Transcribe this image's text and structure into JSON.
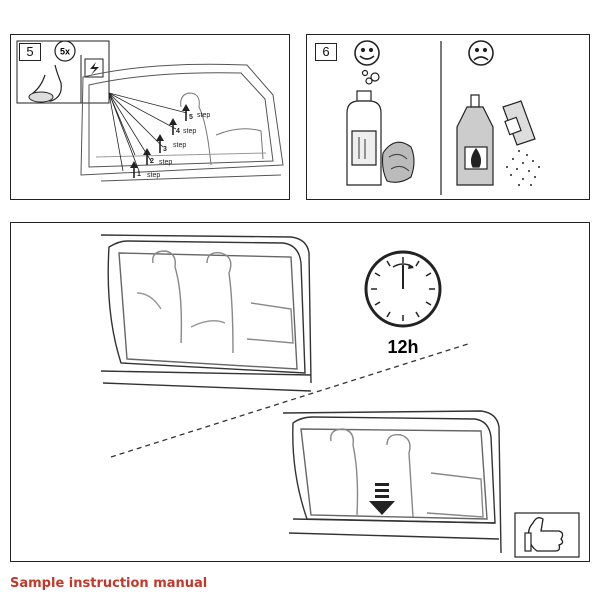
{
  "panel5": {
    "number": "5",
    "badge": "5x",
    "steps": [
      {
        "num": "1",
        "label": "step"
      },
      {
        "num": "2",
        "label": "step"
      },
      {
        "num": "3",
        "label": "step"
      },
      {
        "num": "4",
        "label": "step"
      },
      {
        "num": "5",
        "label": "step"
      }
    ],
    "icons": [
      "wipe-cloth-icon",
      "lightning-icon"
    ]
  },
  "panel6": {
    "number": "6",
    "good_icon": "smiley-happy-icon",
    "bad_icon": "smiley-sad-icon"
  },
  "panel7": {
    "clock_label": "12h",
    "icons": [
      "clock-icon",
      "thumbs-up-icon",
      "down-arrow-icon"
    ]
  },
  "caption": "Sample instruction manual",
  "colors": {
    "caption": "#c0392b",
    "line": "#222222"
  }
}
